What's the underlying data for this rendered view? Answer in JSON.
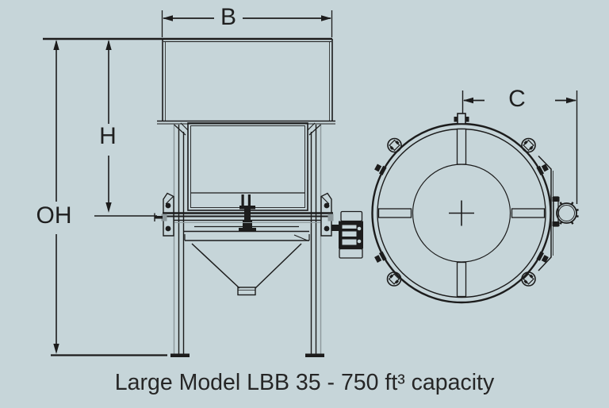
{
  "meta": {
    "background_color": "#c6d5d9",
    "line_color": "#1c1c1c",
    "text_color": "#1f1f1f"
  },
  "caption": "Large Model LBB 35 - 750 ft³ capacity",
  "labels": {
    "width": "B",
    "bag_height": "H",
    "overall_height": "OH",
    "outlet_offset": "C"
  }
}
